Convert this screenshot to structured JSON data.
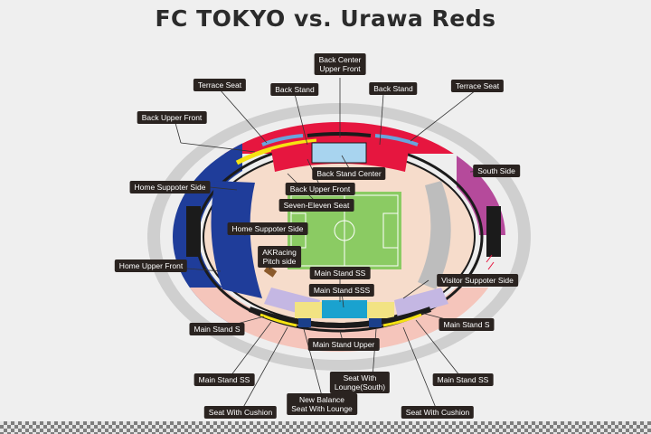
{
  "title": "FC TOKYO vs. Urawa Reds",
  "labels": {
    "back_center_upper_front": "Back Center\nUpper Front",
    "terrace_seat_left": "Terrace Seat",
    "back_stand_left": "Back Stand",
    "back_stand_right": "Back Stand",
    "terrace_seat_right": "Terrace Seat",
    "back_upper_front_left": "Back Upper Front",
    "back_stand_center": "Back Stand Center",
    "south_side": "South Side",
    "home_suppoter_side_upper": "Home Suppoter Side",
    "back_upper_front_center": "Back Upper Front",
    "seven_eleven_seat": "Seven-Eleven Seat",
    "home_suppoter_side_inner": "Home Suppoter Side",
    "akracing_pitch_side": "AKRacing\nPitch side",
    "home_upper_front": "Home Upper Front",
    "main_stand_ss_top": "Main Stand SS",
    "visitor_suppoter_side": "Visitor Suppoter Side",
    "main_stand_sss": "Main Stand SSS",
    "main_stand_s_left": "Main Stand S",
    "main_stand_s_right": "Main Stand S",
    "main_stand_upper": "Main Stand Upper",
    "main_stand_ss_left": "Main Stand SS",
    "seat_with_lounge_south": "Seat With\nLounge(South)",
    "main_stand_ss_right": "Main Stand SS",
    "new_balance_seat_with_lounge": "New Balance\nSeat With Lounge",
    "seat_with_cushion_left": "Seat With Cushion",
    "seat_with_cushion_right": "Seat With Cushion"
  },
  "colors": {
    "back_stand": "#e6163f",
    "home_side": "#1f3d9a",
    "south_side": "#b54a9b",
    "main_stand_s": "#f5c5bb",
    "back_stand_center": "#a8d4ef",
    "main_stand_sss": "#1aa2cf",
    "seven_eleven": "#f6e312",
    "lounge": "#1a3f8a",
    "pitch": "#8bcb63",
    "track": "#f6dccb",
    "outer_concourse": "#cfcfcf",
    "label_bg": "#2a2320"
  }
}
